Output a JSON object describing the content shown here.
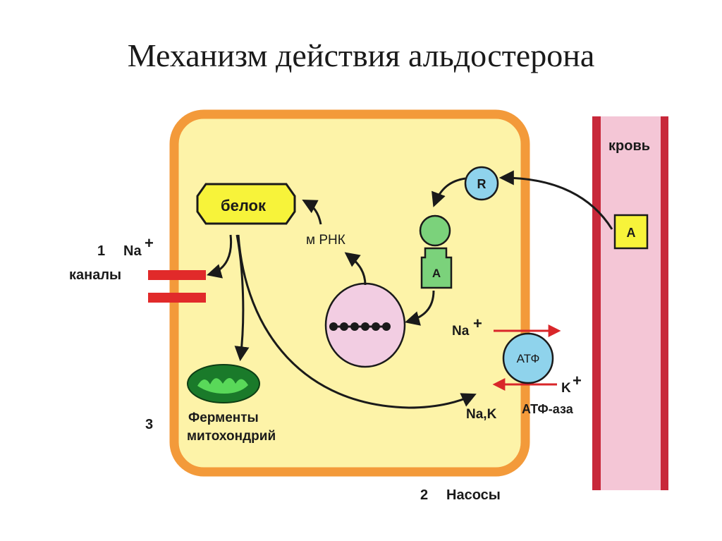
{
  "title": "Механизм действия альдостерона",
  "labels": {
    "blood": "кровь",
    "receptor": "R",
    "hormone_blood": "A",
    "hormone_complex": "A",
    "protein": "белок",
    "mrna": "м РНК",
    "channel_number": "1",
    "channel_na": "Na",
    "channel_plus": "+",
    "channels": "каналы",
    "pump_na": "Na",
    "pump_na_plus": "+",
    "atp": "АТФ",
    "pump_k": "K",
    "pump_k_plus": "+",
    "pump_nak": "Na,K",
    "atpase": "АТФ-аза",
    "enzymes_line1": "Ферменты",
    "enzymes_line2": "митохондрий",
    "number_3": "3",
    "number_2": "2",
    "pumps": "Насосы"
  },
  "colors": {
    "cell_fill": "#fdf3a8",
    "cell_border": "#f39a3a",
    "blood_vessel": "#f4c6d6",
    "blood_border": "#c8283a",
    "receptor": "#8fd3ec",
    "hormone": "#f7f33a",
    "complex": "#7bd27b",
    "nucleus": "#f2cde2",
    "mitochondrion": "#1a7a2a",
    "channel": "#e12a2a",
    "pump_arrow": "#d9262a"
  }
}
